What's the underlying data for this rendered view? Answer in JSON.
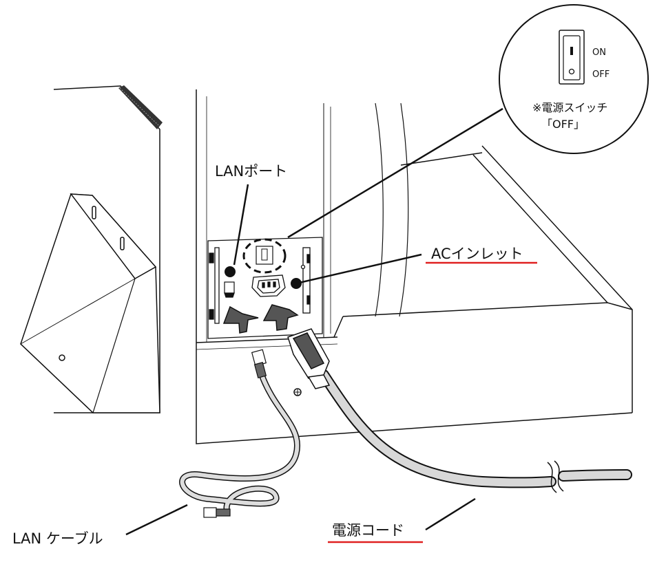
{
  "labels": {
    "lan_port": "LANポート",
    "ac_inlet": "ACインレット",
    "switch_on": "ON",
    "switch_off": "OFF",
    "switch_note_line1": "※電源スイッチ",
    "switch_note_line2": "「OFF」",
    "lan_cable": "LAN ケーブル",
    "power_cord": "電源コード"
  },
  "colors": {
    "line": "#111111",
    "underline": "#e02020",
    "arrow_fill": "#555555",
    "cable_dark": "#8a8a8a",
    "cable_light": "#d9d9d9"
  }
}
